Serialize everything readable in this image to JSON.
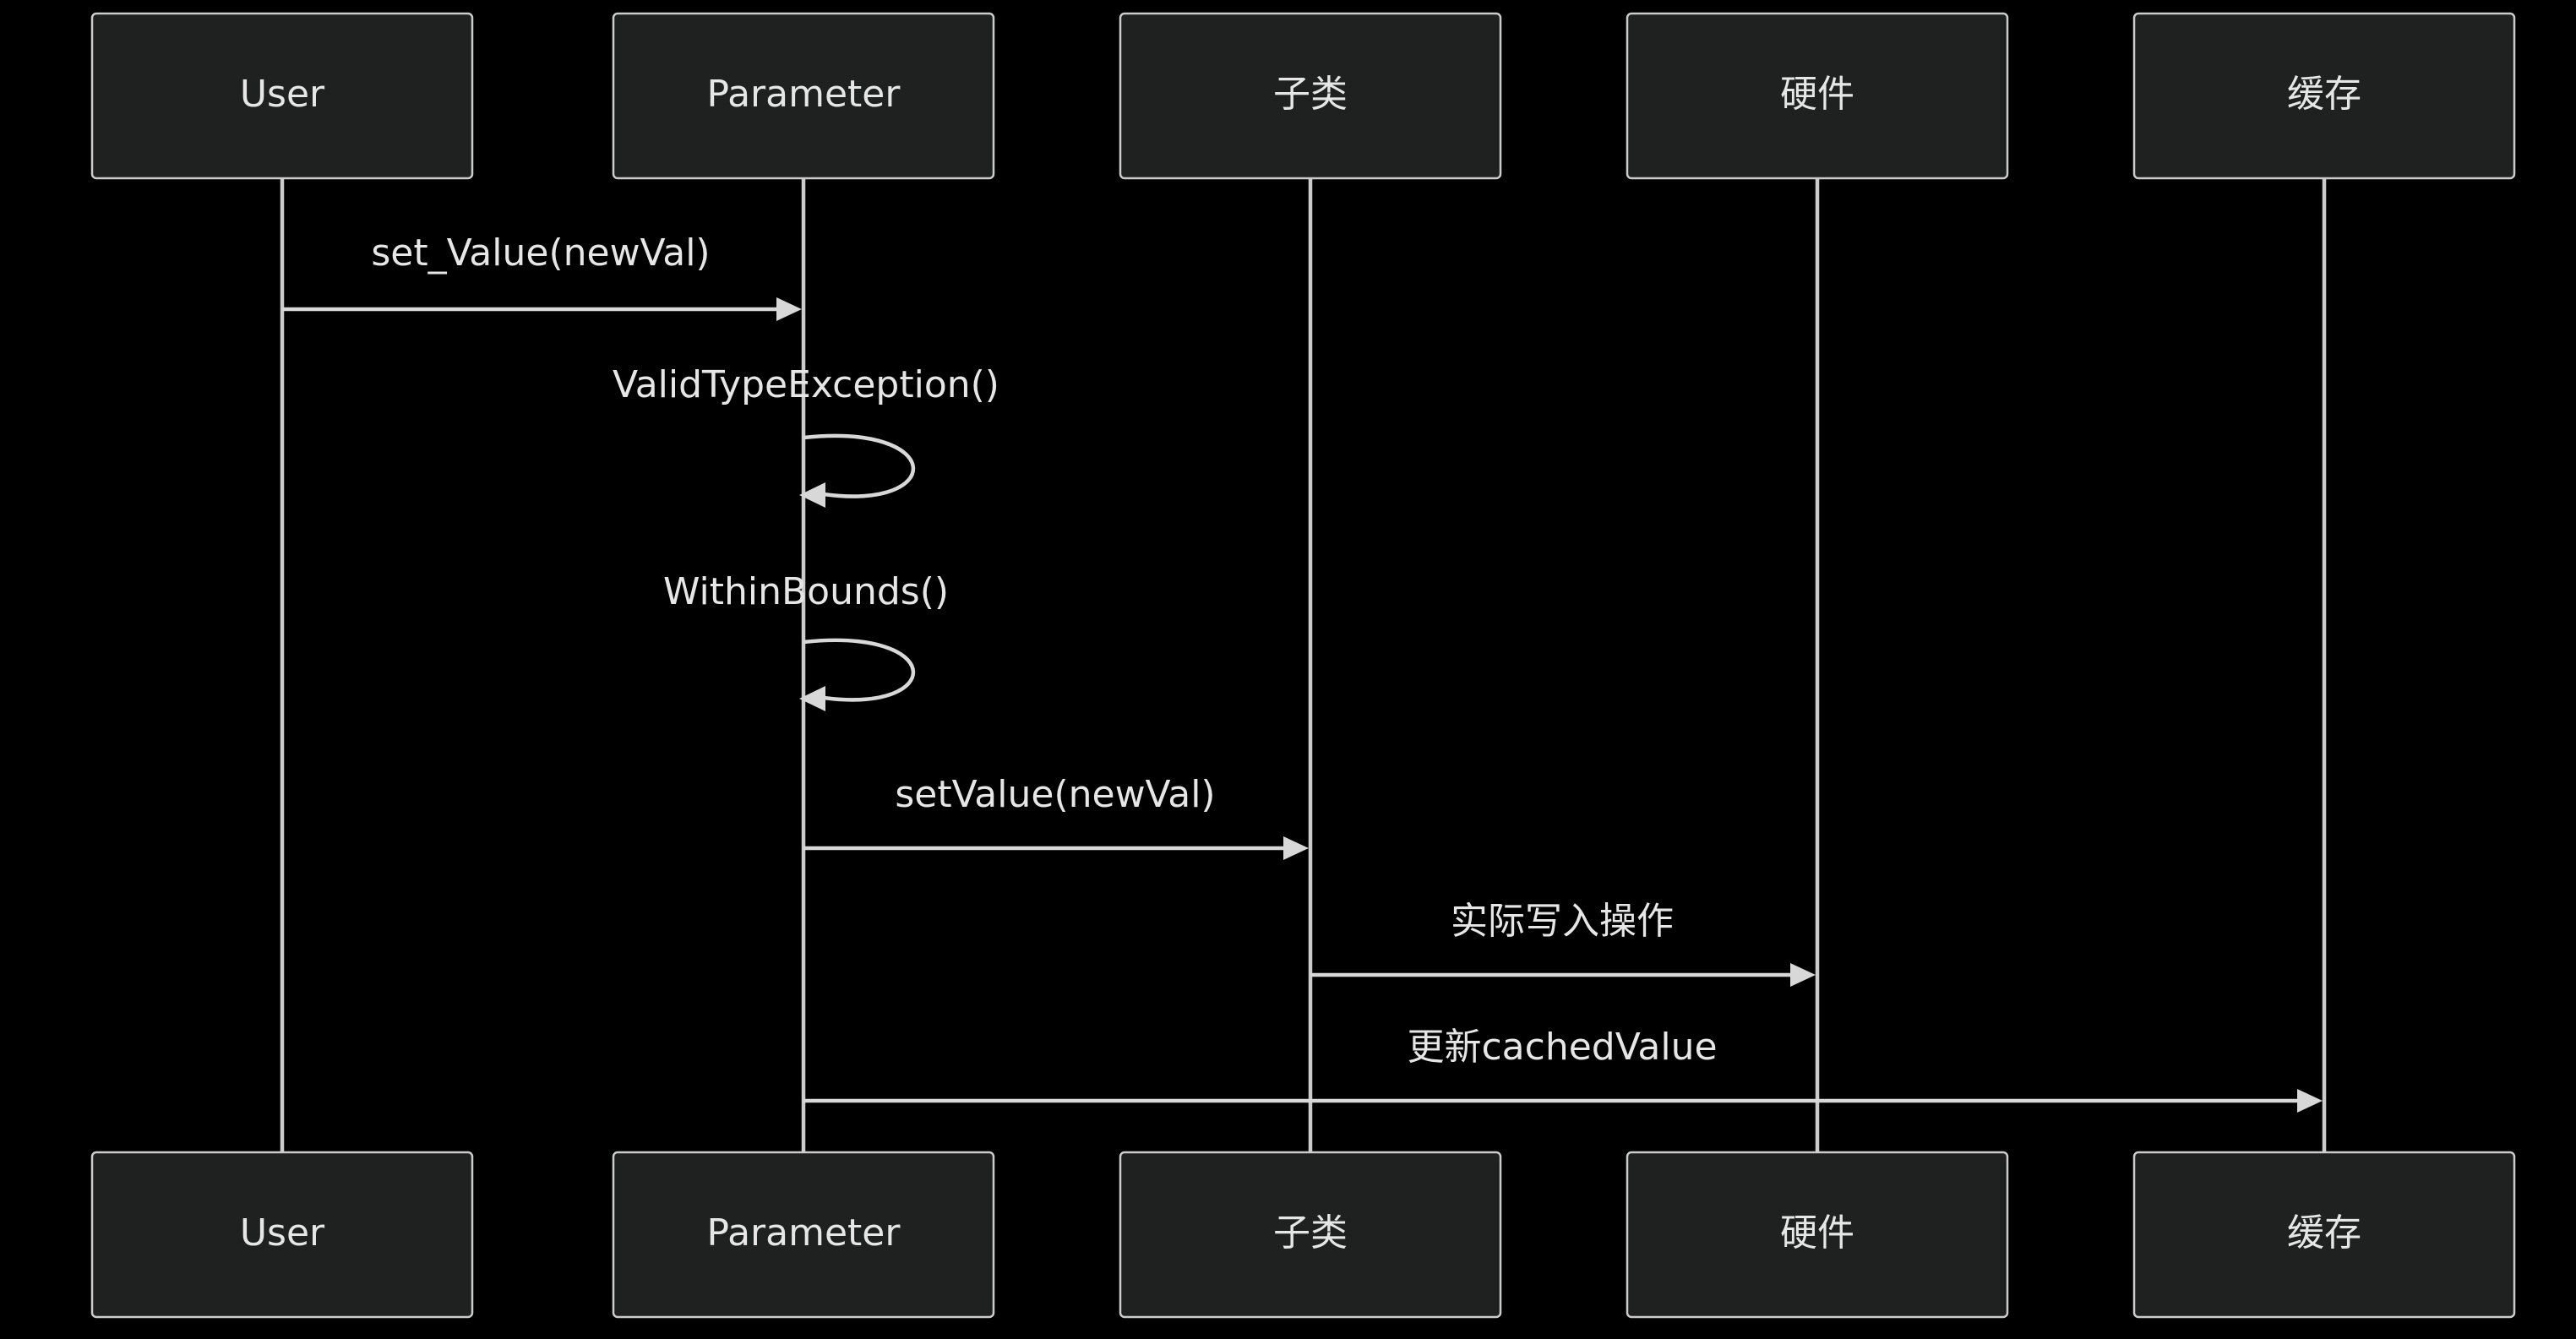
{
  "diagram": {
    "type": "sequence",
    "colors": {
      "background": "#000000",
      "actor_fill": "#1f2020",
      "actor_border": "#cccccc",
      "line": "#d8d8d8",
      "text": "#e6e6e6"
    },
    "actors": [
      {
        "id": "user",
        "label": "User"
      },
      {
        "id": "parameter",
        "label": "Parameter"
      },
      {
        "id": "subclass",
        "label": "子类"
      },
      {
        "id": "hardware",
        "label": "硬件"
      },
      {
        "id": "cache",
        "label": "缓存"
      }
    ],
    "messages": [
      {
        "from": "user",
        "to": "parameter",
        "label": "set_Value(newVal)"
      },
      {
        "from": "parameter",
        "to": "parameter",
        "label": "ValidTypeException()"
      },
      {
        "from": "parameter",
        "to": "parameter",
        "label": "WithinBounds()"
      },
      {
        "from": "parameter",
        "to": "subclass",
        "label": "setValue(newVal)"
      },
      {
        "from": "subclass",
        "to": "hardware",
        "label": "实际写入操作"
      },
      {
        "from": "parameter",
        "to": "cache",
        "label": "更新cachedValue"
      }
    ]
  }
}
